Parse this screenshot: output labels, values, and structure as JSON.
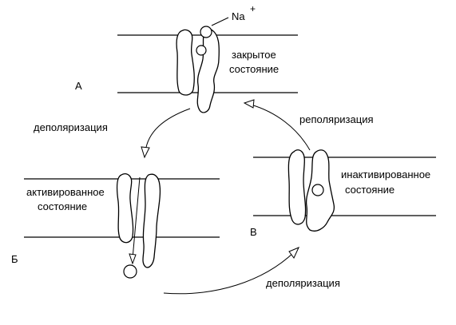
{
  "ion": {
    "symbol": "Na",
    "charge": "+"
  },
  "states": {
    "a": {
      "letter": "А",
      "line1": "закрытое",
      "line2": "состояние"
    },
    "b": {
      "letter": "Б",
      "line1": "активированное",
      "line2": "состояние"
    },
    "c": {
      "letter": "В",
      "line1": "инактивированное",
      "line2": "состояние"
    }
  },
  "transitions": {
    "a_to_b": "деполяризация",
    "b_to_c": "деполяризация",
    "c_to_a": "реполяризация"
  }
}
